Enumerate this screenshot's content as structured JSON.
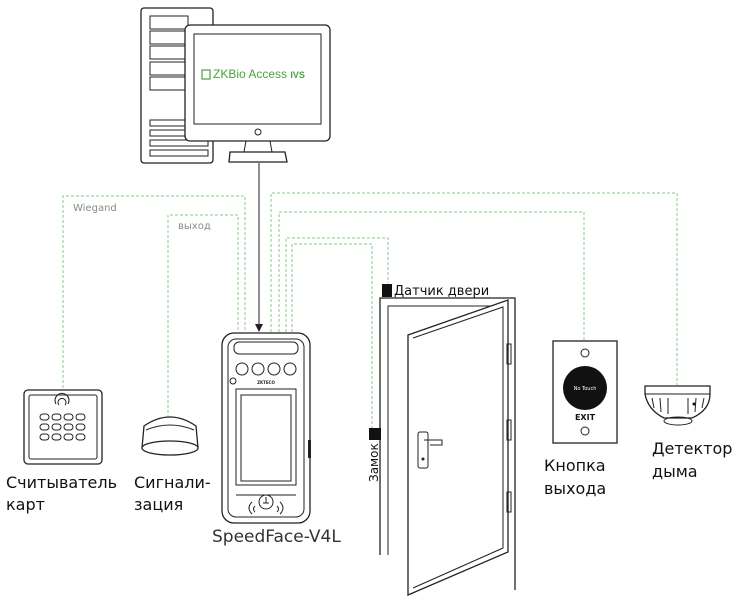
{
  "software": {
    "brand_prefix": "ZKBio Access",
    "brand_suffix": "IVS",
    "accent_color": "#47a23f"
  },
  "connections": {
    "wiegand_label": "Wiegand",
    "output_label": "выход"
  },
  "devices": {
    "terminal": {
      "name": "SpeedFace-V4L"
    },
    "card_reader": {
      "line1": "Считыватель",
      "line2": "карт"
    },
    "alarm": {
      "line1": "Сигнали-",
      "line2": "зация"
    },
    "door_sensor": {
      "label": "Датчик двери"
    },
    "lock": {
      "label": "Замок"
    },
    "exit_button": {
      "line1": "Кнопка",
      "line2": "выхода",
      "face_text": "No Touch",
      "exit_text": "EXIT"
    },
    "smoke_detector": {
      "line1": "Детектор",
      "line2": "дыма"
    }
  },
  "colors": {
    "wire": "#8cc98a",
    "outline": "#222222"
  },
  "icons": [
    "pc-tower-icon",
    "monitor-icon",
    "terminal-icon",
    "card-reader-icon",
    "siren-icon",
    "door-icon",
    "exit-button-icon",
    "smoke-detector-icon"
  ]
}
